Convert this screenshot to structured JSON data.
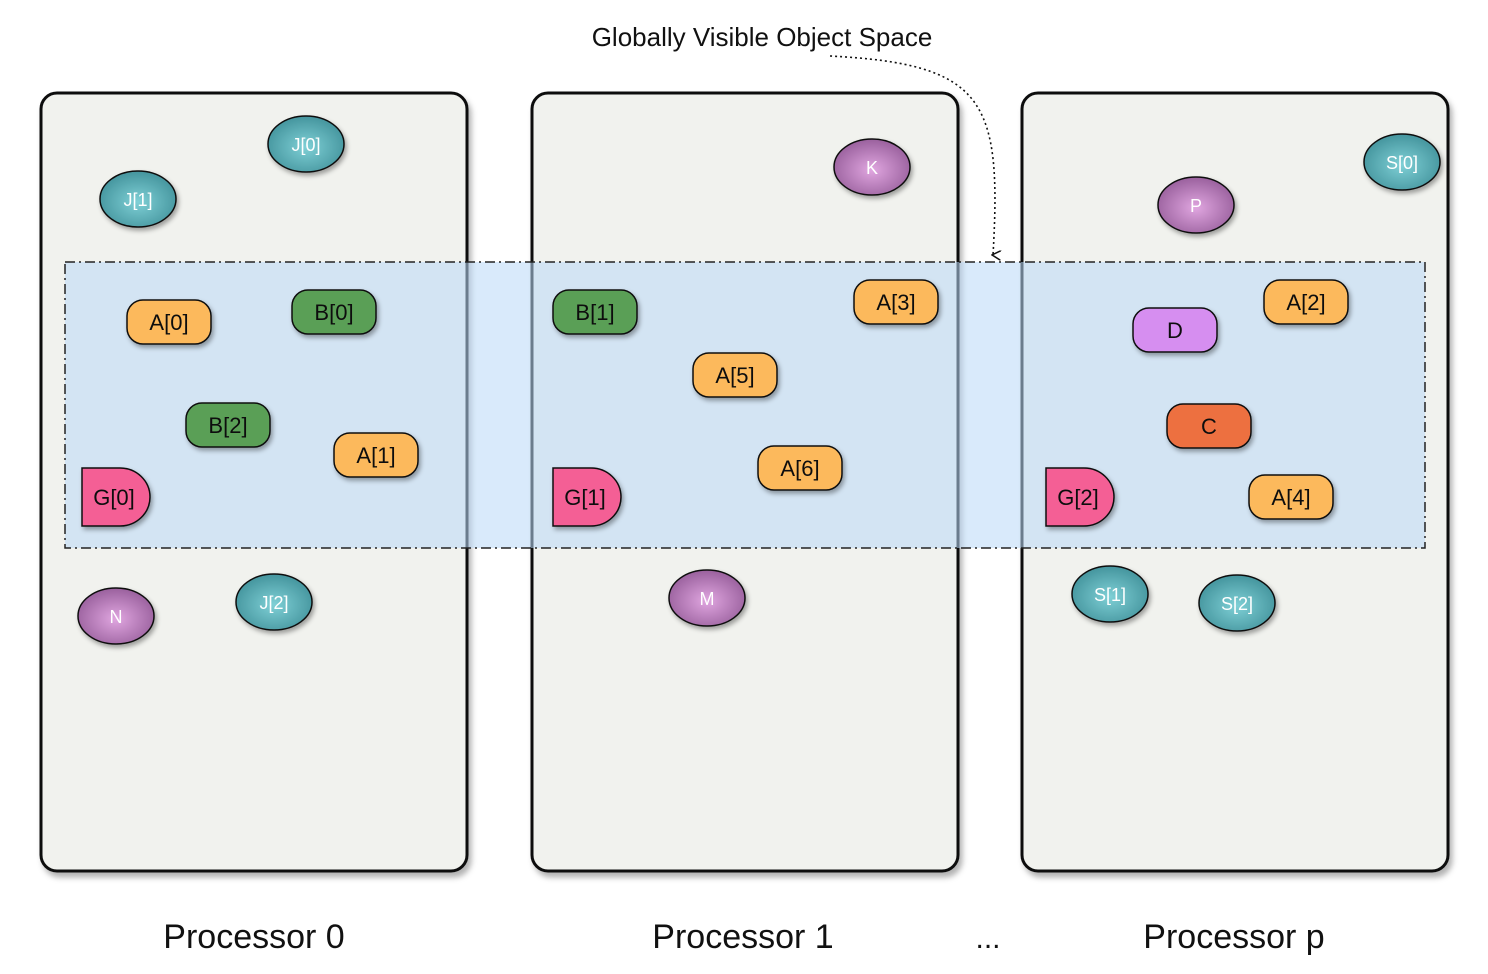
{
  "title": "Globally Visible Object Space",
  "ellipsis": "...",
  "colors": {
    "panel_fill": "#f1f2ee",
    "panel_stroke": "#111111",
    "band_fill": "#cfe4f9",
    "band_stroke": "#222222",
    "orange": "#fcb95c",
    "green": "#5a9f57",
    "pink": "#f45e95",
    "lavender": "#d68ef0",
    "coral": "#ed6f40",
    "teal": "#4a9ba3",
    "purple": "#a46aa6"
  },
  "processors": [
    {
      "label": "Processor 0"
    },
    {
      "label": "Processor 1"
    },
    {
      "label": "Processor p"
    }
  ],
  "objects": {
    "o_A0": {
      "label": "A[0]",
      "kind": "rounded",
      "color": "orange"
    },
    "o_B0": {
      "label": "B[0]",
      "kind": "rounded",
      "color": "green"
    },
    "o_B2": {
      "label": "B[2]",
      "kind": "rounded",
      "color": "green"
    },
    "o_A1": {
      "label": "A[1]",
      "kind": "rounded",
      "color": "orange"
    },
    "o_G0": {
      "label": "G[0]",
      "kind": "dshape",
      "color": "pink"
    },
    "o_B1": {
      "label": "B[1]",
      "kind": "rounded",
      "color": "green"
    },
    "o_A3": {
      "label": "A[3]",
      "kind": "rounded",
      "color": "orange"
    },
    "o_A5": {
      "label": "A[5]",
      "kind": "rounded",
      "color": "orange"
    },
    "o_A6": {
      "label": "A[6]",
      "kind": "rounded",
      "color": "orange"
    },
    "o_G1": {
      "label": "G[1]",
      "kind": "dshape",
      "color": "pink"
    },
    "o_A2": {
      "label": "A[2]",
      "kind": "rounded",
      "color": "orange"
    },
    "o_D": {
      "label": "D",
      "kind": "rounded",
      "color": "lavender"
    },
    "o_C": {
      "label": "C",
      "kind": "rounded",
      "color": "coral"
    },
    "o_G2": {
      "label": "G[2]",
      "kind": "dshape",
      "color": "pink"
    },
    "o_A4": {
      "label": "A[4]",
      "kind": "rounded",
      "color": "orange"
    },
    "o_J0": {
      "label": "J[0]",
      "kind": "ellipse",
      "color": "teal"
    },
    "o_J1": {
      "label": "J[1]",
      "kind": "ellipse",
      "color": "teal"
    },
    "o_J2": {
      "label": "J[2]",
      "kind": "ellipse",
      "color": "teal"
    },
    "o_N": {
      "label": "N",
      "kind": "ellipse",
      "color": "purple"
    },
    "o_K": {
      "label": "K",
      "kind": "ellipse",
      "color": "purple"
    },
    "o_M": {
      "label": "M",
      "kind": "ellipse",
      "color": "purple"
    },
    "o_P": {
      "label": "P",
      "kind": "ellipse",
      "color": "purple"
    },
    "o_S0": {
      "label": "S[0]",
      "kind": "ellipse",
      "color": "teal"
    },
    "o_S1": {
      "label": "S[1]",
      "kind": "ellipse",
      "color": "teal"
    },
    "o_S2": {
      "label": "S[2]",
      "kind": "ellipse",
      "color": "teal"
    }
  }
}
